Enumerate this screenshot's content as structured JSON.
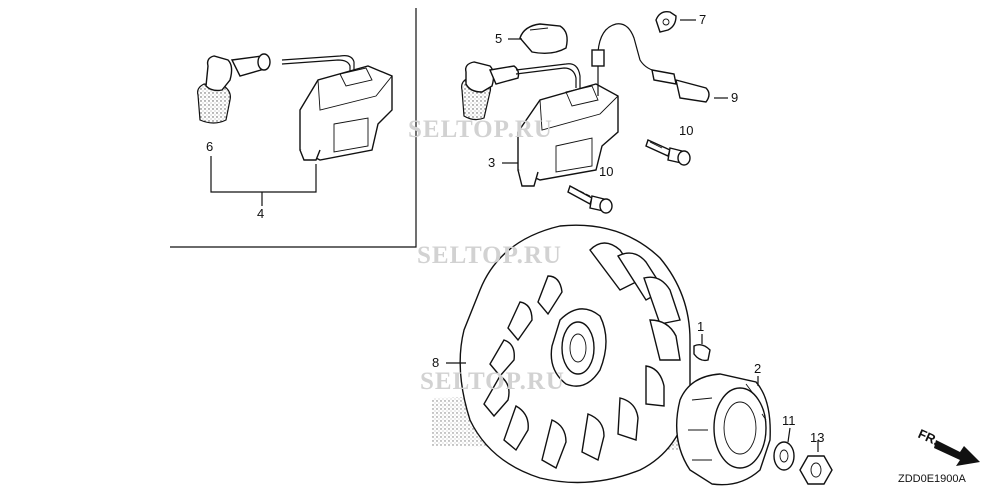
{
  "diagram": {
    "callouts": [
      "1",
      "2",
      "3",
      "4",
      "5",
      "6",
      "7",
      "8",
      "9",
      "10",
      "10",
      "11",
      "13"
    ],
    "watermark": [
      "SELTOP.RU",
      "SELTOP.RU",
      "SELTOP.RU"
    ],
    "direction_label": "FR.",
    "code": "ZDD0E1900A",
    "colors": {
      "line": "#111111",
      "watermark": "#d2d2d2",
      "arrow": "#111111"
    }
  }
}
